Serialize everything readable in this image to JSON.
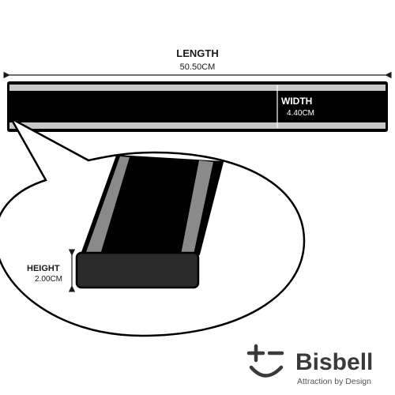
{
  "dimensions": {
    "length": {
      "label": "LENGTH",
      "value": "50.50CM"
    },
    "width": {
      "label": "WIDTH",
      "value": "4.40CM"
    },
    "height": {
      "label": "HEIGHT",
      "value": "2.00CM"
    }
  },
  "brand": {
    "name": "Bisbell",
    "tagline": "Attraction by Design"
  },
  "colors": {
    "strip": "#000000",
    "stripe": "#c8c8c8",
    "stripe_3d": "#8a8a8a",
    "front_face": "#2a2a2a",
    "outline": "#000000",
    "brand_text": "#3a3a3a"
  },
  "icons": [
    "arrow-both-icon",
    "magnifier-callout",
    "bisbell-logo-icon"
  ]
}
